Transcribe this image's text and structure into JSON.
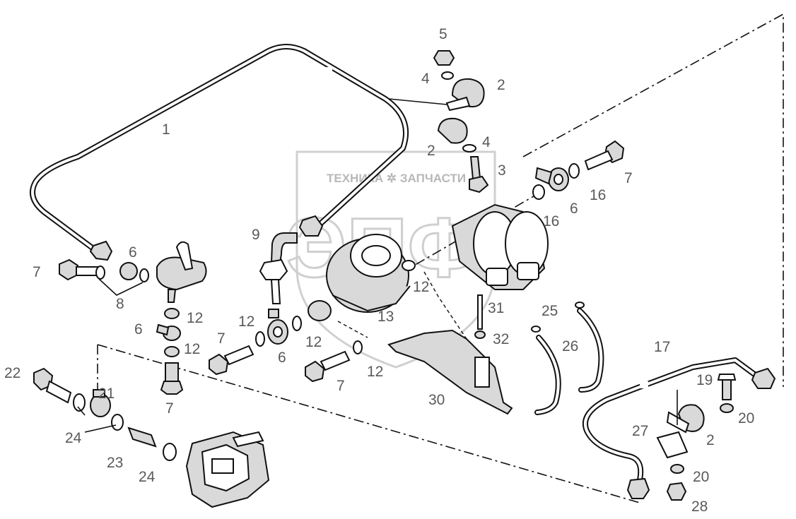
{
  "watermark": {
    "line": "ТЕХНИКА ✲ ЗАПЧАСТИ",
    "logo": "ЭПФ"
  },
  "callouts": {
    "c1": "1",
    "c2a": "2",
    "c2b": "2",
    "c2c": "2",
    "c3": "3",
    "c4a": "4",
    "c4b": "4",
    "c5": "5",
    "c6a": "6",
    "c6b": "6",
    "c6c": "6",
    "c6d": "6",
    "c7a": "7",
    "c7b": "7",
    "c7c": "7",
    "c7d": "7",
    "c7e": "7",
    "c8": "8",
    "c9": "9",
    "c12a": "12",
    "c12b": "12",
    "c12c": "12",
    "c12d": "12",
    "c12e": "12",
    "c12f": "12",
    "c13": "13",
    "c16a": "16",
    "c16b": "16",
    "c17": "17",
    "c19": "19",
    "c20a": "20",
    "c20b": "20",
    "c21": "21",
    "c22": "22",
    "c23": "23",
    "c24a": "24",
    "c24b": "24",
    "c25": "25",
    "c26": "26",
    "c27": "27",
    "c28": "28",
    "c30": "30",
    "c31": "31",
    "c32": "32"
  }
}
